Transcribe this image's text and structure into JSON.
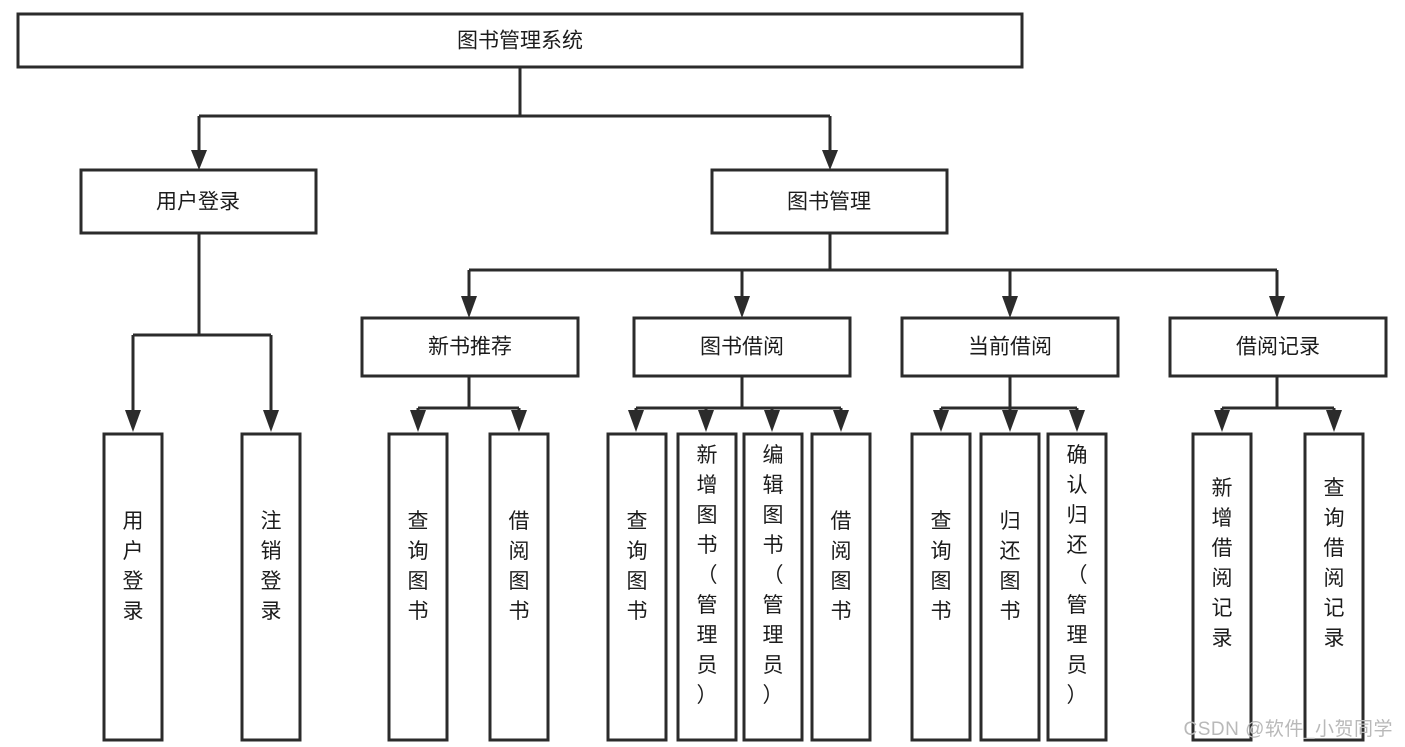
{
  "diagram": {
    "type": "tree-hierarchy",
    "title": "图书管理系统",
    "watermark": "CSDN @软件_小贺同学",
    "colors": {
      "stroke": "#2b2b2b",
      "fill": "#ffffff",
      "text": "#1c1c1c",
      "watermark": "#b9b9b9"
    },
    "levels": {
      "root": {
        "label": "图书管理系统"
      },
      "level2": [
        {
          "id": "user-login",
          "label": "用户登录"
        },
        {
          "id": "book-manage",
          "label": "图书管理"
        }
      ],
      "level3": [
        {
          "id": "new-book-rec",
          "label": "新书推荐",
          "parent": "book-manage"
        },
        {
          "id": "book-borrow",
          "label": "图书借阅",
          "parent": "book-manage"
        },
        {
          "id": "current-borrow",
          "label": "当前借阅",
          "parent": "book-manage"
        },
        {
          "id": "borrow-record",
          "label": "借阅记录",
          "parent": "book-manage"
        }
      ],
      "leaves": [
        {
          "id": "leaf-user-login",
          "label": "用户登录",
          "parent": "user-login"
        },
        {
          "id": "leaf-logout-login",
          "label": "注销登录",
          "parent": "user-login"
        },
        {
          "id": "leaf-query-book-rec",
          "label": "查询图书",
          "parent": "new-book-rec"
        },
        {
          "id": "leaf-borrow-book-rec",
          "label": "借阅图书",
          "parent": "new-book-rec"
        },
        {
          "id": "leaf-query-book-borrow",
          "label": "查询图书",
          "parent": "book-borrow"
        },
        {
          "id": "leaf-add-book",
          "label": "新增图书（管理员）",
          "parent": "book-borrow"
        },
        {
          "id": "leaf-edit-book",
          "label": "编辑图书（管理员）",
          "parent": "book-borrow"
        },
        {
          "id": "leaf-borrow-book",
          "label": "借阅图书",
          "parent": "book-borrow"
        },
        {
          "id": "leaf-query-book-cur",
          "label": "查询图书",
          "parent": "current-borrow"
        },
        {
          "id": "leaf-return-book",
          "label": "归还图书",
          "parent": "current-borrow"
        },
        {
          "id": "leaf-confirm-return",
          "label": "确认归还（管理员）",
          "parent": "current-borrow"
        },
        {
          "id": "leaf-add-record",
          "label": "新增借阅记录",
          "parent": "borrow-record"
        },
        {
          "id": "leaf-query-record",
          "label": "查询借阅记录",
          "parent": "borrow-record"
        }
      ]
    }
  }
}
